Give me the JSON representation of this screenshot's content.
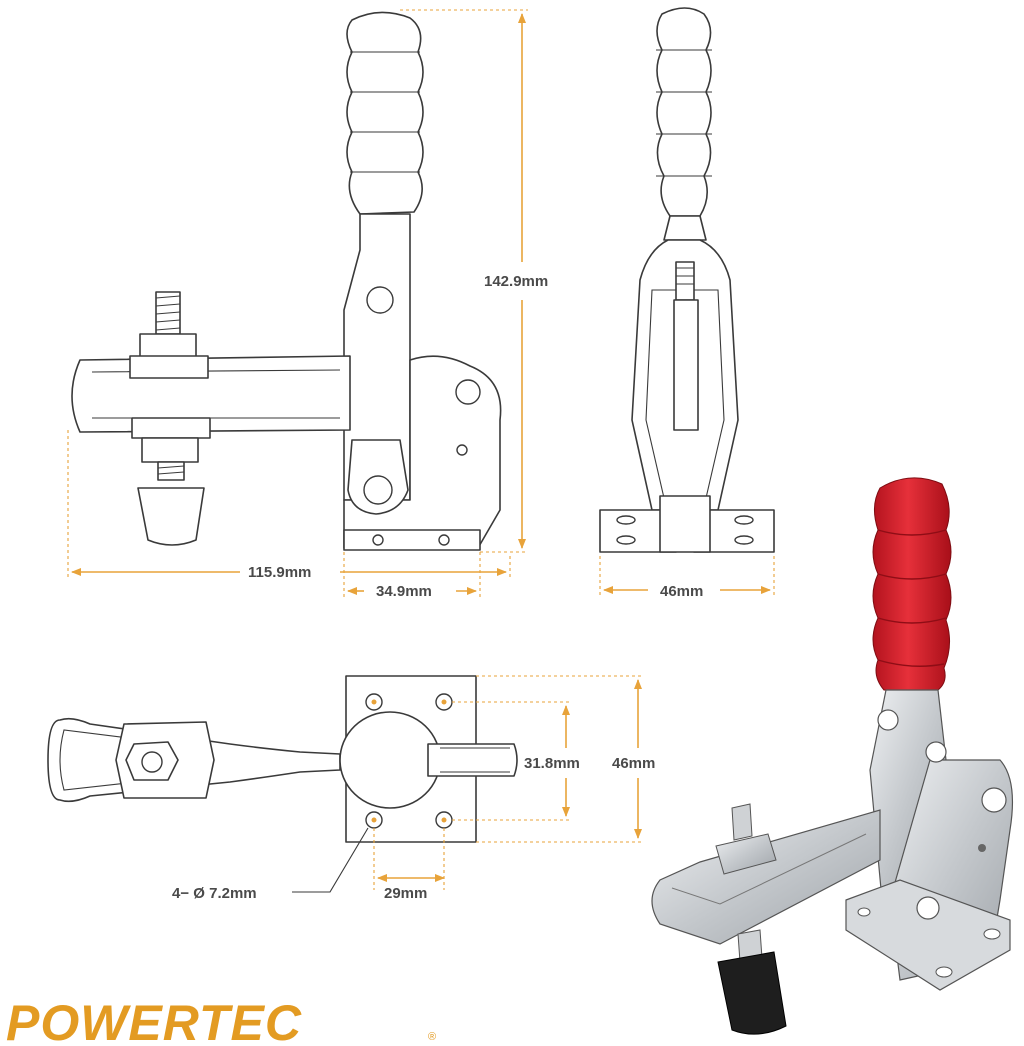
{
  "brand": {
    "name": "POWERTEC",
    "registered": "®",
    "color": "#e39b22"
  },
  "colors": {
    "dimension_line": "#e8a33a",
    "outline": "#3a3a3a",
    "handle_red": "#d61f2b",
    "metal": "#c9ccd0"
  },
  "dimensions": {
    "height": "142.9mm",
    "overall_length": "115.9mm",
    "base_length": "34.9mm",
    "base_width_front": "46mm",
    "hole_spacing_vertical": "31.8mm",
    "base_width_top": "46mm",
    "hole_spacing_horizontal": "29mm",
    "hole_spec": "4− Ø 7.2mm"
  }
}
